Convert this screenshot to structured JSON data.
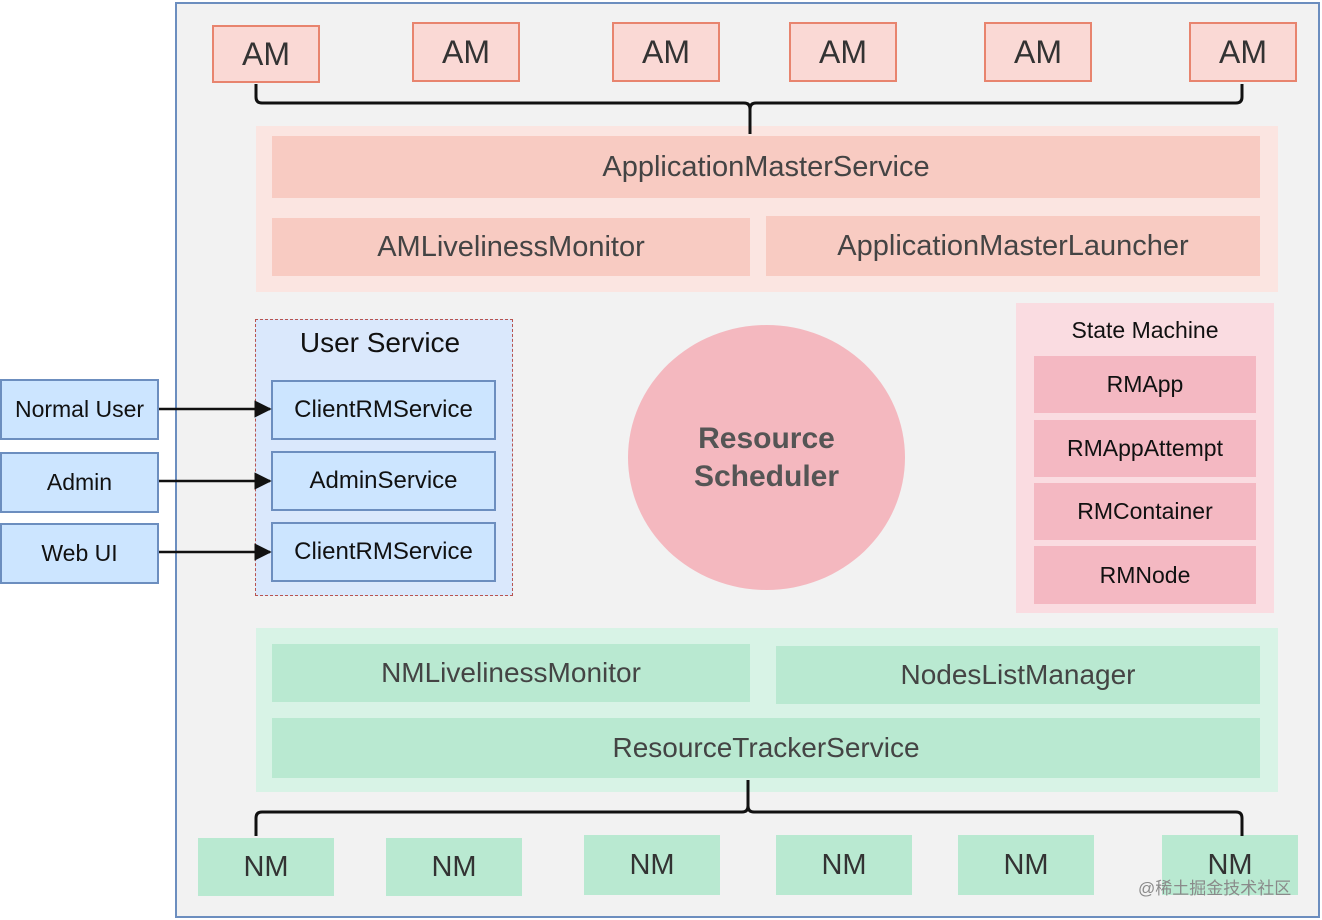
{
  "top_nodes": [
    "AM",
    "AM",
    "AM",
    "AM",
    "AM",
    "AM"
  ],
  "am_panel": {
    "service": "ApplicationMasterService",
    "monitor": "AMLivelinessMonitor",
    "launcher": "ApplicationMasterLauncher"
  },
  "user_service": {
    "title": "User Service",
    "items": [
      "ClientRMService",
      "AdminService",
      "ClientRMService"
    ]
  },
  "clients": [
    "Normal User",
    "Admin",
    "Web UI"
  ],
  "scheduler": {
    "line1": "Resource",
    "line2": "Scheduler"
  },
  "state_machine": {
    "title": "State Machine",
    "items": [
      "RMApp",
      "RMAppAttempt",
      "RMContainer",
      "RMNode"
    ]
  },
  "nm_panel": {
    "monitor": "NMLivelinessMonitor",
    "list_manager": "NodesListManager",
    "tracker": "ResourceTrackerService"
  },
  "bottom_nodes": [
    "NM",
    "NM",
    "NM",
    "NM",
    "NM",
    "NM"
  ],
  "watermark": "@稀土掘金技术社区",
  "colors": {
    "frame_border": "#6c8ebf",
    "am_fill": "#fad9d5",
    "am_stroke": "#e8846e",
    "user_fill": "#cce5ff",
    "scheduler_fill": "#f4b8bf",
    "state_fill": "#f4b8c2",
    "nm_fill": "#b9e9d1"
  }
}
